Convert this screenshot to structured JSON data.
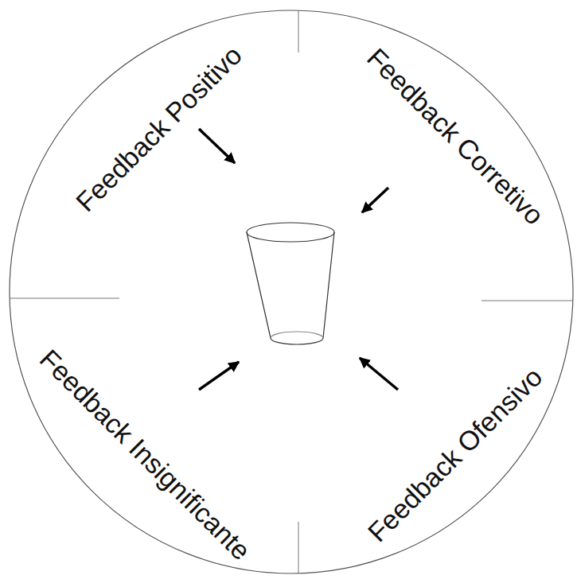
{
  "diagram": {
    "labels": [
      "Feedback Positivo",
      "Feedback Corretivo",
      "Feedback Insignificante",
      "Feedback Ofensivo"
    ]
  }
}
